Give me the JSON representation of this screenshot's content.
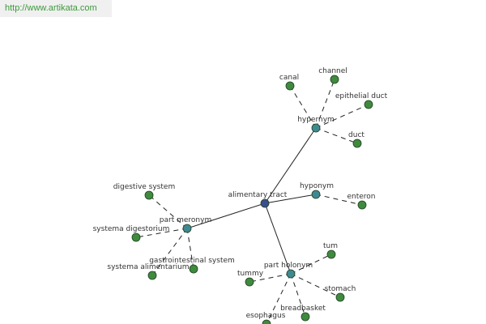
{
  "header": {
    "url": "http://www.artikata.com"
  },
  "colors": {
    "root_node": "#3b4f8c",
    "relation_node": "#3f8a92",
    "leaf_node": "#3f8a3f",
    "node_stroke": "#1f3f1f",
    "edge": "#222222",
    "url_text": "#3c9a3c"
  },
  "graph": {
    "root": {
      "id": "alimentary-tract",
      "label": "alimentary tract"
    },
    "relations": [
      {
        "id": "hypernym",
        "label": "hypernym",
        "leaves": [
          {
            "id": "canal",
            "label": "canal"
          },
          {
            "id": "channel",
            "label": "channel"
          },
          {
            "id": "epithelial-duct",
            "label": "epithelial duct"
          },
          {
            "id": "duct",
            "label": "duct"
          }
        ]
      },
      {
        "id": "hyponym",
        "label": "hyponym",
        "leaves": [
          {
            "id": "enteron",
            "label": "enteron"
          }
        ]
      },
      {
        "id": "part-meronym",
        "label": "part meronym",
        "leaves": [
          {
            "id": "digestive-system",
            "label": "digestive system"
          },
          {
            "id": "systema-digestorium",
            "label": "systema digestorium"
          },
          {
            "id": "gastrointestinal-system",
            "label": "gastrointestinal system"
          },
          {
            "id": "systema-alimentarium",
            "label": "systema alimentarium"
          }
        ]
      },
      {
        "id": "part-holonym",
        "label": "part holonym",
        "leaves": [
          {
            "id": "tum",
            "label": "tum"
          },
          {
            "id": "tummy",
            "label": "tummy"
          },
          {
            "id": "stomach",
            "label": "stomach"
          },
          {
            "id": "breadbasket",
            "label": "breadbasket"
          },
          {
            "id": "esophagus",
            "label": "esophagus"
          }
        ]
      }
    ]
  }
}
